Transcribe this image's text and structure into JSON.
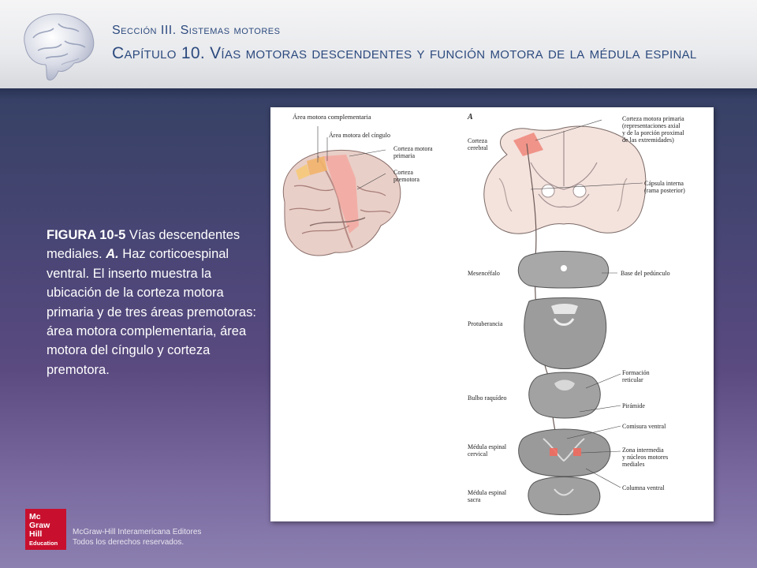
{
  "header": {
    "section": "Sección III. Sistemas motores",
    "chapter": "Capítulo 10. Vías motoras descendentes y función motora de la médula espinal"
  },
  "caption": {
    "label": "FIGURA 10-5",
    "text1": " Vías descendentes mediales. ",
    "letter": "A.",
    "text2": " Haz corticoespinal ventral. El inserto muestra la ubicación de la corteza motora primaria y de tres áreas premotoras: área motora complementaria, área motora del cíngulo y corteza premotora."
  },
  "figure": {
    "panel_letter": "A",
    "inset_labels": {
      "complementaria": "Área motora complementaria",
      "cingulo": "Área motora del cíngulo",
      "motora_primaria": "Corteza motora\nprimaria",
      "premotora": "Corteza\npremotora"
    },
    "left_labels": {
      "corteza_cerebral": "Corteza\ncerebral",
      "mesencefalo": "Mesencéfalo",
      "protuberancia": "Protuberancia",
      "bulbo": "Bulbo raquídeo",
      "cervical": "Médula espinal\ncervical",
      "sacra": "Médula espinal\nsacra"
    },
    "right_labels": {
      "corteza_primaria": "Corteza motora primaria\n(representaciones axial\ny de la porción proximal\nde las extremidades)",
      "capsula": "Cápsula interna\n(rama posterior)",
      "pedunculo": "Base del pedúnculo",
      "formacion": "Formación\nreticular",
      "piramide": "Pirámide",
      "comisura": "Comisura ventral",
      "zona": "Zona intermedia\ny núcleos motores\nmediales",
      "columna": "Columna ventral"
    }
  },
  "logo": {
    "line1": "Mc",
    "line2": "Graw",
    "line3": "Hill",
    "line4": "Education"
  },
  "footer": {
    "publisher": "McGraw-Hill Interamericana Editores",
    "rights": "Todos los derechos reservados."
  }
}
